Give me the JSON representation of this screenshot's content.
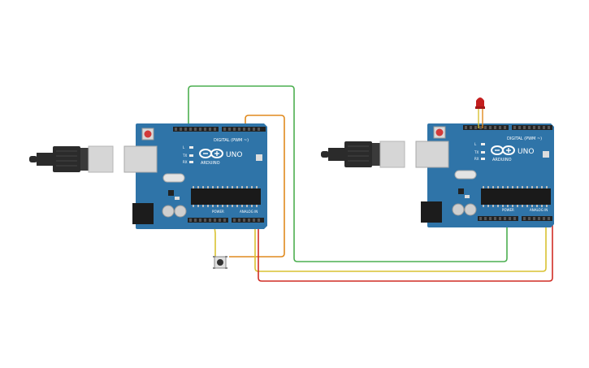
{
  "colors": {
    "board": "#2f74a8",
    "board_dark": "#1e5a86",
    "header": "#222222",
    "chip": "#1a1a1a",
    "usb_plug": "#2b2b2b",
    "usb_metal": "#d6d6d6",
    "reset_button": "#d23a3a",
    "wire_green": "#4caf50",
    "wire_orange": "#e08a1e",
    "wire_yellow": "#d9c232",
    "wire_red": "#d02d25",
    "led": "#c41e1e"
  },
  "boards": [
    {
      "logo_text": "ARDUINO",
      "model": "UNO",
      "digital_label": "DIGITAL (PWM ~)",
      "power_label": "POWER",
      "analog_label": "ANALOG IN",
      "tx_label": "TX",
      "rx_label": "RX",
      "pin13_label": "L"
    },
    {
      "logo_text": "ARDUINO",
      "model": "UNO",
      "digital_label": "DIGITAL (PWM ~)",
      "power_label": "POWER",
      "analog_label": "ANALOG IN",
      "tx_label": "TX",
      "rx_label": "RX",
      "pin13_label": "L"
    }
  ],
  "components": {
    "pushbutton": "pushbutton",
    "led": "led-red"
  },
  "icons": [
    "usb-cable-icon",
    "arduino-infinity-logo-icon",
    "reset-button-icon"
  ]
}
